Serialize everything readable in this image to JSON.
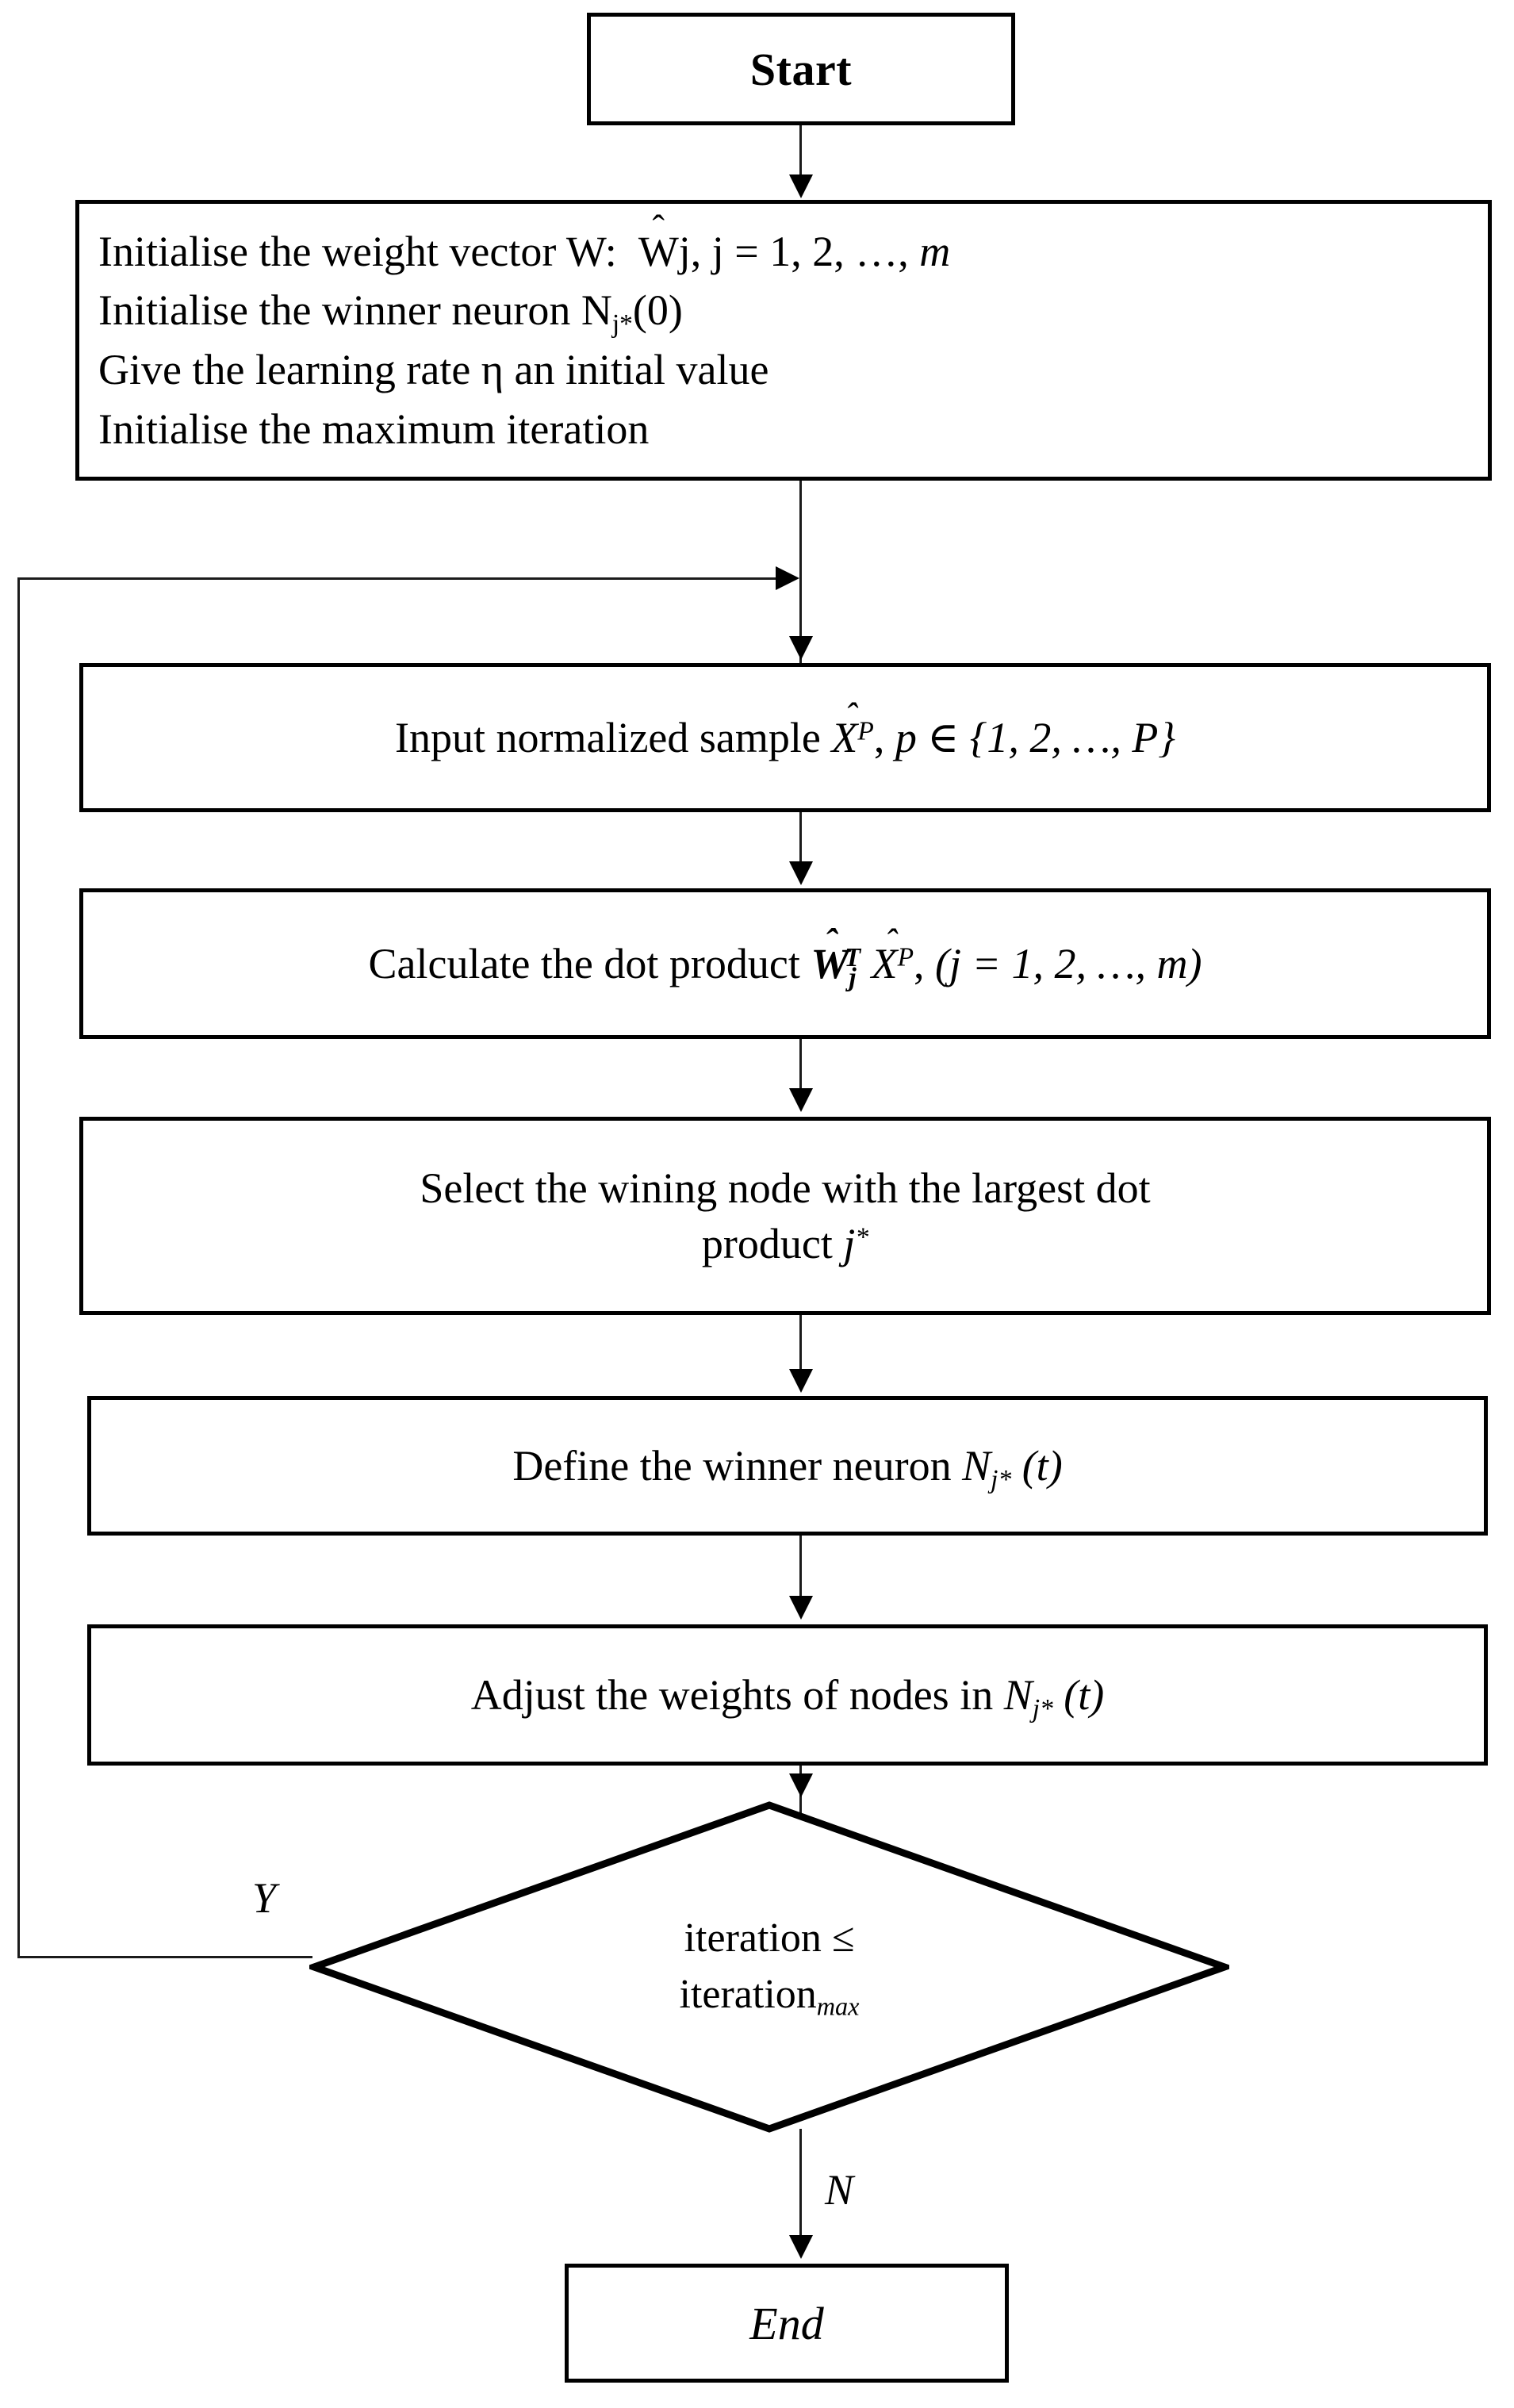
{
  "diagram": {
    "title": "Self-Organizing Map training algorithm flowchart",
    "colors": {
      "line": "#000000",
      "background": "#ffffff",
      "text": "#000000"
    }
  },
  "nodes": {
    "start": {
      "label": "Start",
      "shape": "rectangle"
    },
    "initialise": {
      "shape": "rectangle",
      "lines": [
        "Initialise the weight vector W:  Ŵj, j = 1, 2, …, m",
        "Initialise the winner neuron Nj*(0)",
        "Give the learning rate η an initial value",
        "Initialise the maximum iteration"
      ]
    },
    "input_sample": {
      "shape": "rectangle",
      "text": "Input normalized sample X̂P, p ∈ {1, 2, …, P}"
    },
    "dot_product": {
      "shape": "rectangle",
      "text": "Calculate the dot product ŴjT X̂P, (j = 1, 2, …, m)"
    },
    "select_node": {
      "shape": "rectangle",
      "line1": "Select the wining node with the largest dot",
      "line2": "product j*"
    },
    "define_winner": {
      "shape": "rectangle",
      "text": "Define the winner neuron Nj* (t)"
    },
    "adjust_weights": {
      "shape": "rectangle",
      "text": "Adjust the weights of nodes in Nj* (t)"
    },
    "decision": {
      "shape": "diamond",
      "line1": "iteration ≤",
      "line2": "iterationmax",
      "line2_base": "iteration",
      "line2_sub": "max"
    },
    "end": {
      "label": "End",
      "shape": "rectangle"
    }
  },
  "edges": {
    "yes_label": "Y",
    "no_label": "N"
  },
  "math": {
    "w_symbol": "W",
    "w_hat": "W",
    "hat_mark": "^",
    "j_index": "j",
    "sequence_start": "1",
    "sequence_second": "2",
    "ellipsis": "…",
    "m_symbol": "m",
    "p_symbol": "p",
    "P_symbol": "P",
    "N_symbol": "N",
    "t_symbol": "t",
    "T_symbol": "T",
    "X_symbol": "X",
    "eta_symbol": "η",
    "star": "*",
    "zero": "0",
    "leq": "≤",
    "member": "∈"
  }
}
